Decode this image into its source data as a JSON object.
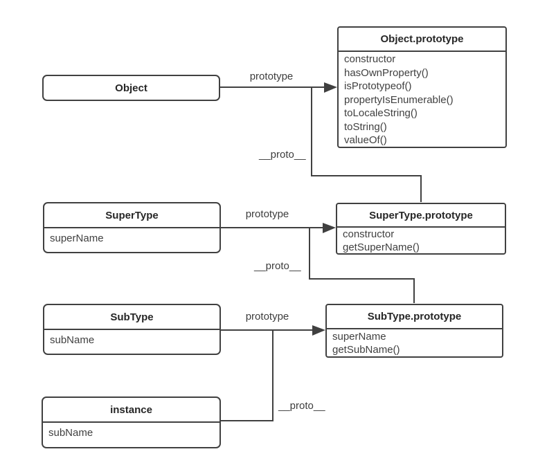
{
  "colors": {
    "stroke": "#404040",
    "text": "#3d3d3d",
    "background": "#ffffff"
  },
  "nodes": {
    "object": {
      "title": "Object",
      "members": []
    },
    "object_prototype": {
      "title": "Object.prototype",
      "members": [
        "constructor",
        "hasOwnProperty()",
        "isPrototypeof()",
        "propertyIsEnumerable()",
        "toLocaleString()",
        "toString()",
        "valueOf()"
      ]
    },
    "super_type": {
      "title": "SuperType",
      "members": [
        "superName"
      ]
    },
    "super_type_prototype": {
      "title": "SuperType.prototype",
      "members": [
        "constructor",
        "getSuperName()"
      ]
    },
    "sub_type": {
      "title": "SubType",
      "members": [
        "subName"
      ]
    },
    "sub_type_prototype": {
      "title": "SubType.prototype",
      "members": [
        "superName",
        "getSubName()"
      ]
    },
    "instance": {
      "title": "instance",
      "members": [
        "subName"
      ]
    }
  },
  "edges": [
    {
      "from": "Object",
      "to": "Object.prototype",
      "label": "prototype"
    },
    {
      "from": "SuperType.prototype",
      "to": "Object.prototype",
      "label": "__proto__"
    },
    {
      "from": "SuperType",
      "to": "SuperType.prototype",
      "label": "prototype"
    },
    {
      "from": "SubType.prototype",
      "to": "SuperType.prototype",
      "label": "__proto__"
    },
    {
      "from": "SubType",
      "to": "SubType.prototype",
      "label": "prototype"
    },
    {
      "from": "instance",
      "to": "SubType.prototype",
      "label": "__proto__"
    }
  ]
}
